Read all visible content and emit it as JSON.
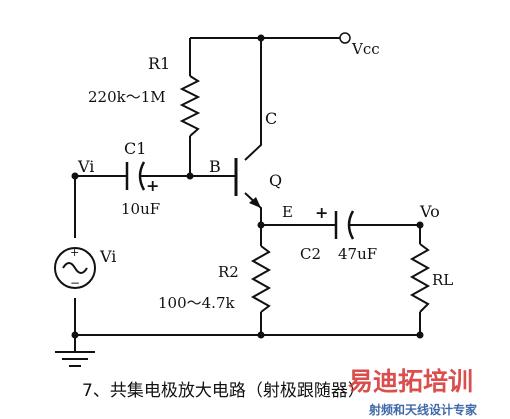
{
  "diagram": {
    "caption": "7、共集电极放大电路（射极跟随器）",
    "labels": {
      "vcc": "Vcc",
      "r1_name": "R1",
      "r1_value": "220k～1M",
      "collector": "C",
      "c1_name": "C1",
      "c1_value": "10uF",
      "vi_node": "Vi",
      "base": "B",
      "transistor": "Q",
      "emitter": "E",
      "vo": "Vo",
      "c2_name": "C2",
      "c2_value": "47uF",
      "r2_name": "R2",
      "r2_value": "100～4.7k",
      "rl_name": "RL",
      "source_name": "Vi",
      "c1_plus": "+",
      "c2_plus": "+",
      "source_plus": "+",
      "source_minus": "−"
    }
  },
  "watermark": {
    "title": "易迪拓培训",
    "subtitle": "射频和天线设计专家",
    "title_color": "#d32f2f",
    "subtitle_color": "#1f4e9a"
  },
  "colors": {
    "wire": "#111111",
    "background": "#ffffff"
  }
}
